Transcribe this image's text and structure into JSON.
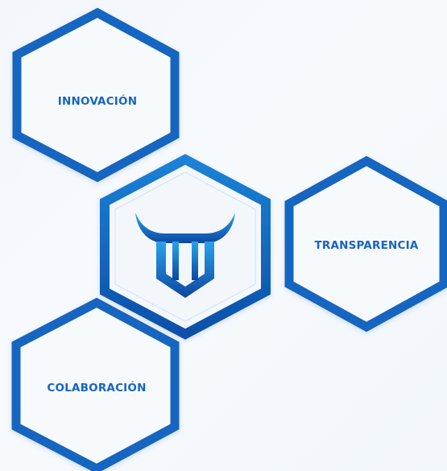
{
  "hexagons": [
    {
      "id": "innovacion",
      "label": "INNOVACIÓN"
    },
    {
      "id": "transparencia",
      "label": "TRANSPARENCIA"
    },
    {
      "id": "colaboracion",
      "label": "COLABORACIÓN"
    }
  ],
  "center": {
    "icon": "bull-horns-shield-logo"
  },
  "colors": {
    "outline": "#1565c0",
    "outline_dark": "#0d47a1",
    "text": "#1565c0",
    "background": "#f4f8fc"
  }
}
